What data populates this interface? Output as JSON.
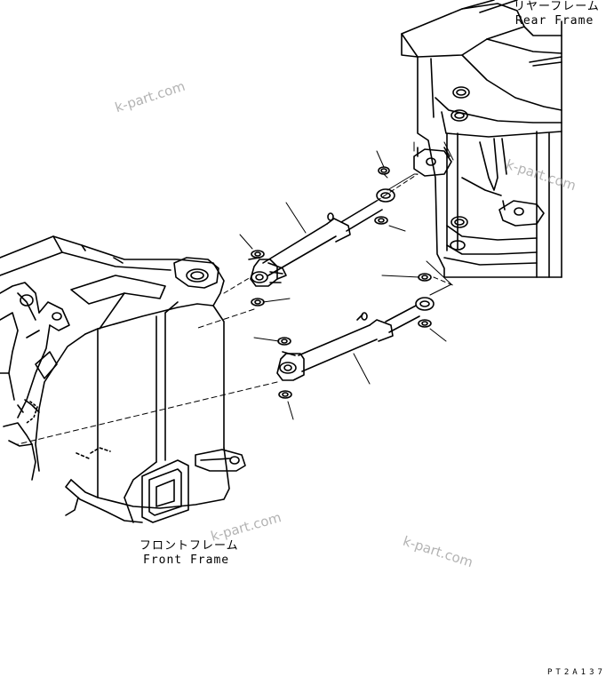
{
  "labels": {
    "rear_frame_jp": "リヤーフレーム",
    "rear_frame_en": "Rear Frame",
    "front_frame_jp": "フロントフレーム",
    "front_frame_en": "Front Frame",
    "diagram_code": "PT2A137"
  },
  "watermarks": [
    "k-part.com",
    "k-part.com",
    "k-part.com",
    "k-part.com"
  ],
  "colors": {
    "line": "#000000",
    "watermark": "#9a9a9a",
    "background": "#ffffff"
  }
}
